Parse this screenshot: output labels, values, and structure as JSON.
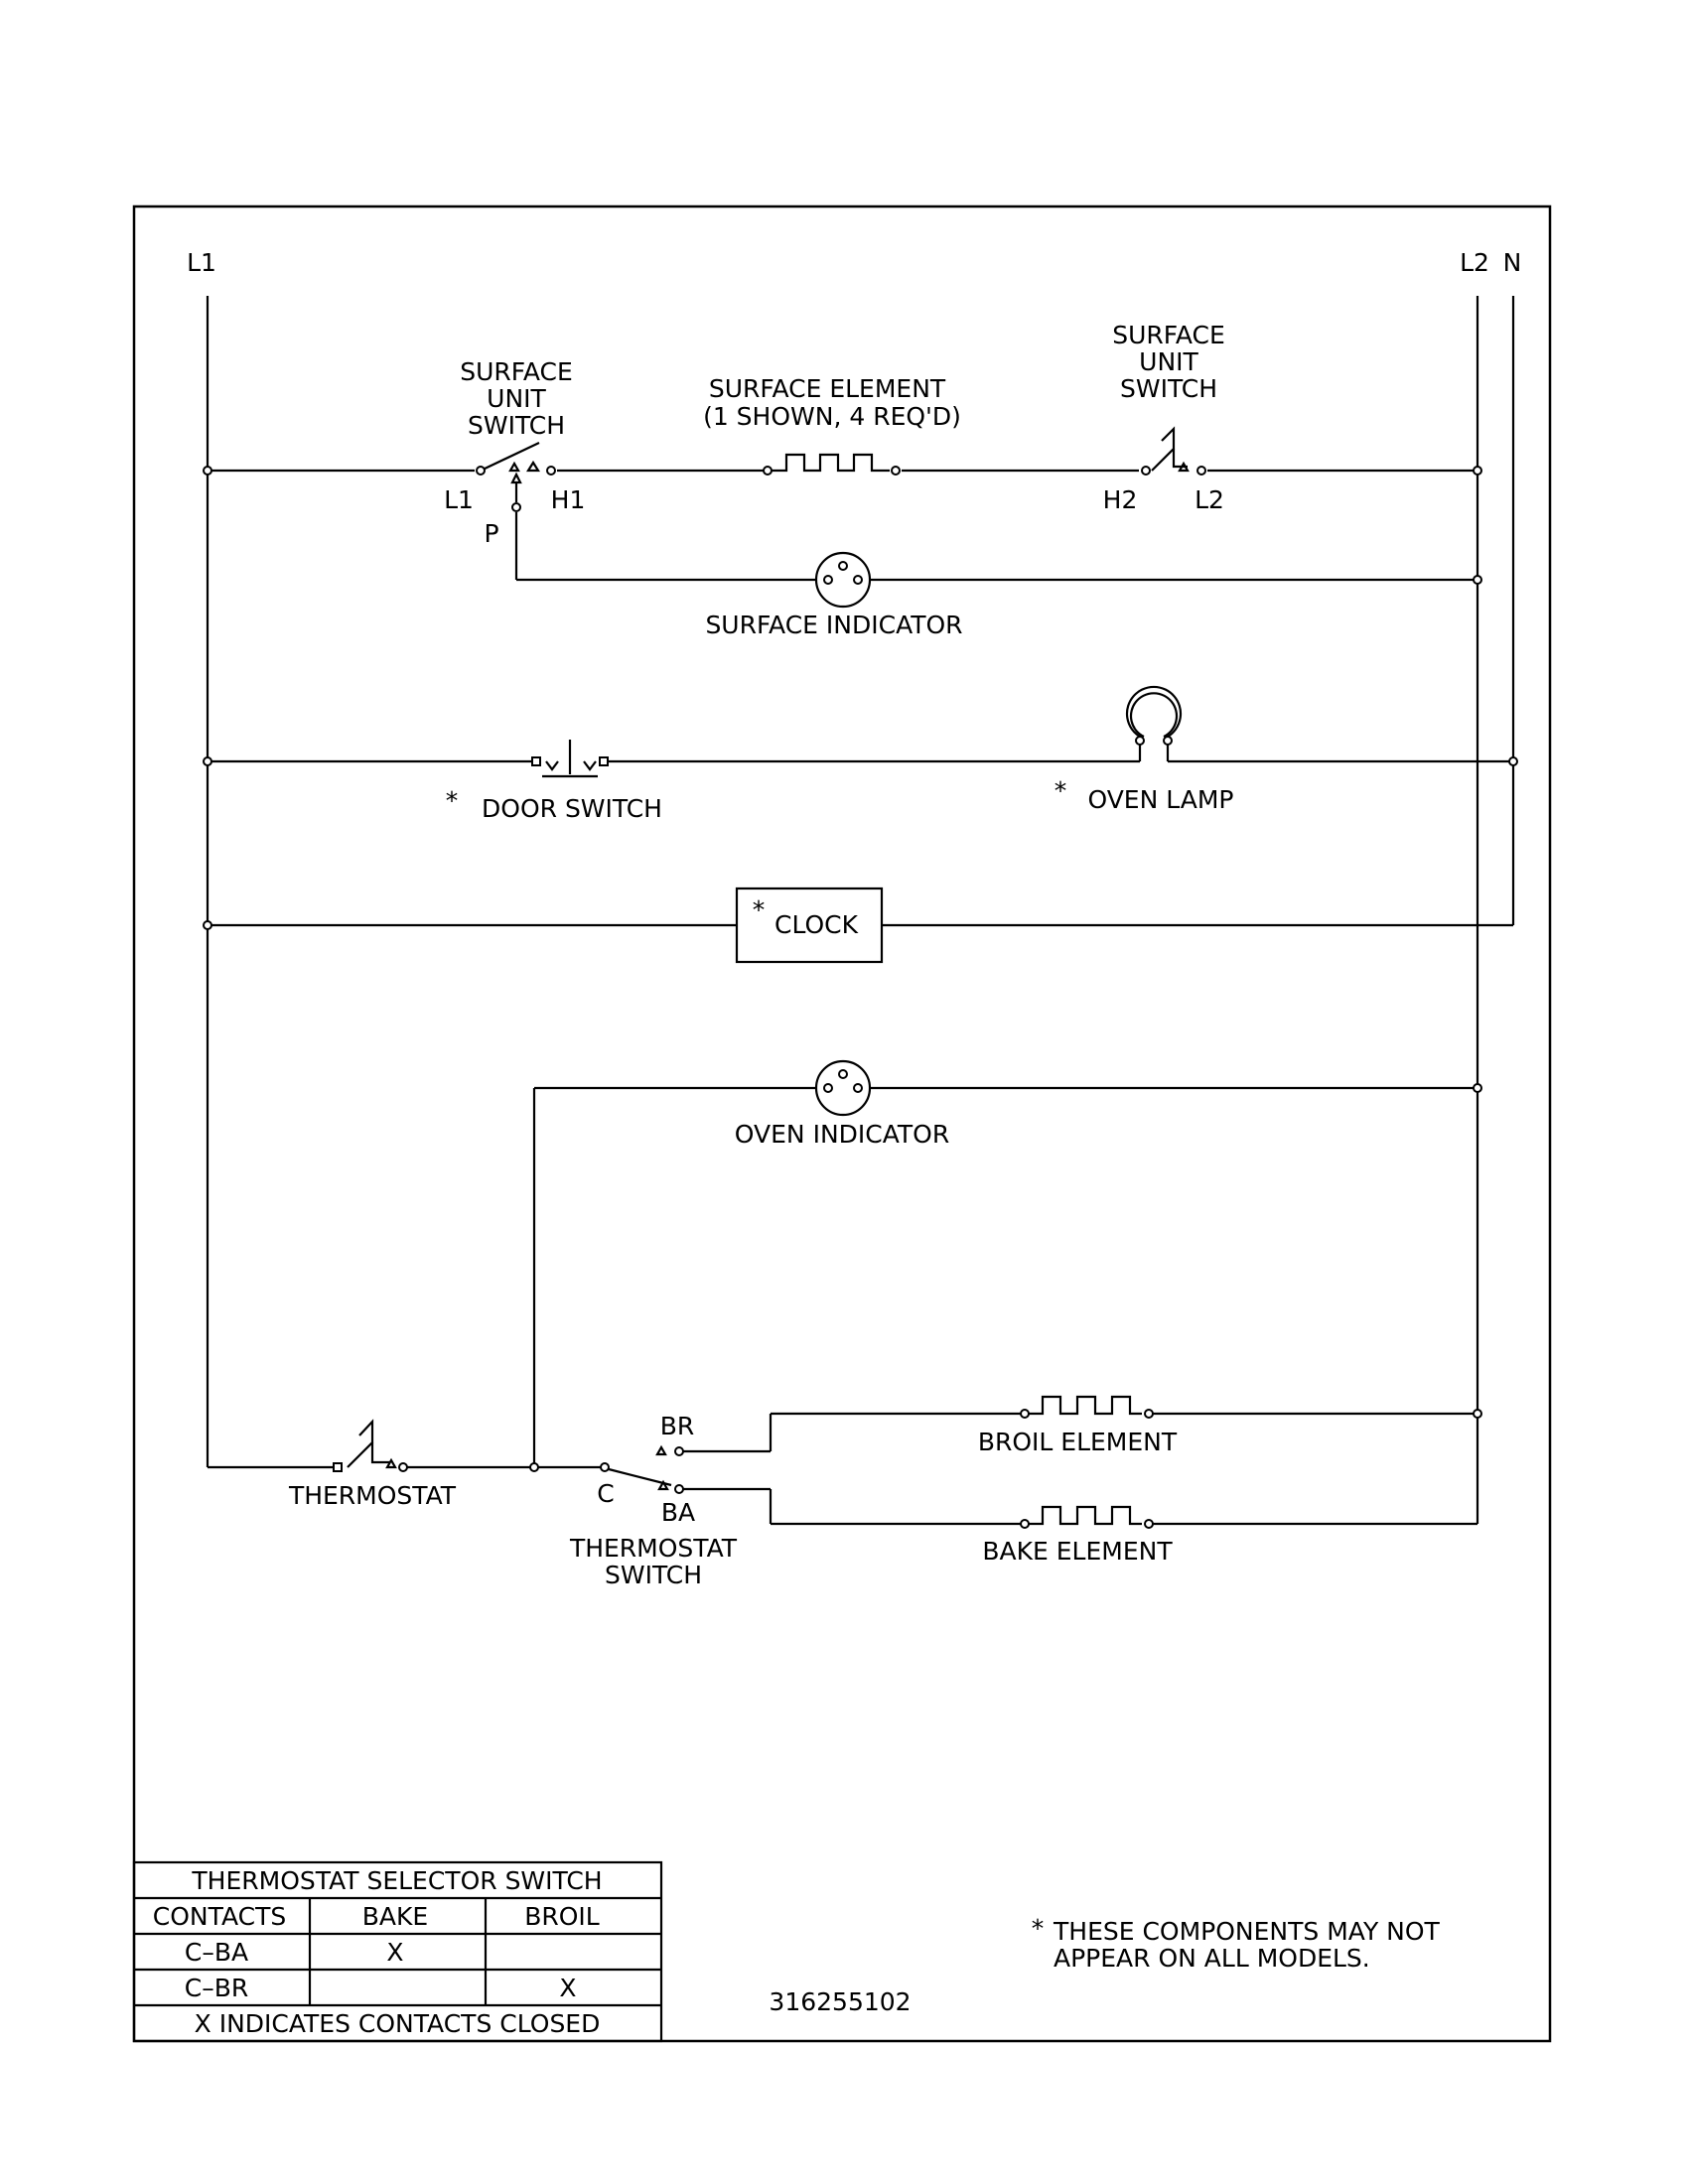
{
  "rails": {
    "left": "L1",
    "right": "L2",
    "neutral": "N"
  },
  "surface_circuit": {
    "switch_left_title": [
      "SURFACE",
      "UNIT",
      "SWITCH"
    ],
    "switch_left_terminals": {
      "l1": "L1",
      "h1": "H1",
      "p": "P"
    },
    "element_title": [
      "SURFACE ELEMENT",
      "(1 SHOWN, 4 REQ'D)"
    ],
    "switch_right_title": [
      "SURFACE",
      "UNIT",
      "SWITCH"
    ],
    "switch_right_terminals": {
      "h2": "H2",
      "l2": "L2"
    },
    "indicator_label": "SURFACE INDICATOR"
  },
  "lamp_circuit": {
    "door_star": "*",
    "door_label": "DOOR SWITCH",
    "lamp_star": "*",
    "lamp_label": "OVEN LAMP"
  },
  "clock": {
    "star": "*",
    "label": "CLOCK"
  },
  "oven_indicator": {
    "label": "OVEN INDICATOR"
  },
  "oven_circuit": {
    "thermostat_label": "THERMOSTAT",
    "tswitch_c": "C",
    "tswitch_br": "BR",
    "tswitch_ba": "BA",
    "tswitch_title": [
      "THERMOSTAT",
      "SWITCH"
    ],
    "broil_label": "BROIL ELEMENT",
    "bake_label": "BAKE ELEMENT"
  },
  "selector_table": {
    "title": "THERMOSTAT SELECTOR SWITCH",
    "headers": [
      "CONTACTS",
      "BAKE",
      "BROIL"
    ],
    "rows": [
      [
        "C–BA",
        "X",
        ""
      ],
      [
        "C–BR",
        "",
        "X"
      ]
    ],
    "footer": "X INDICATES CONTACTS CLOSED"
  },
  "note": {
    "star": "*",
    "lines": [
      "THESE COMPONENTS MAY NOT",
      "APPEAR ON ALL MODELS."
    ]
  },
  "part_number": "316255102"
}
